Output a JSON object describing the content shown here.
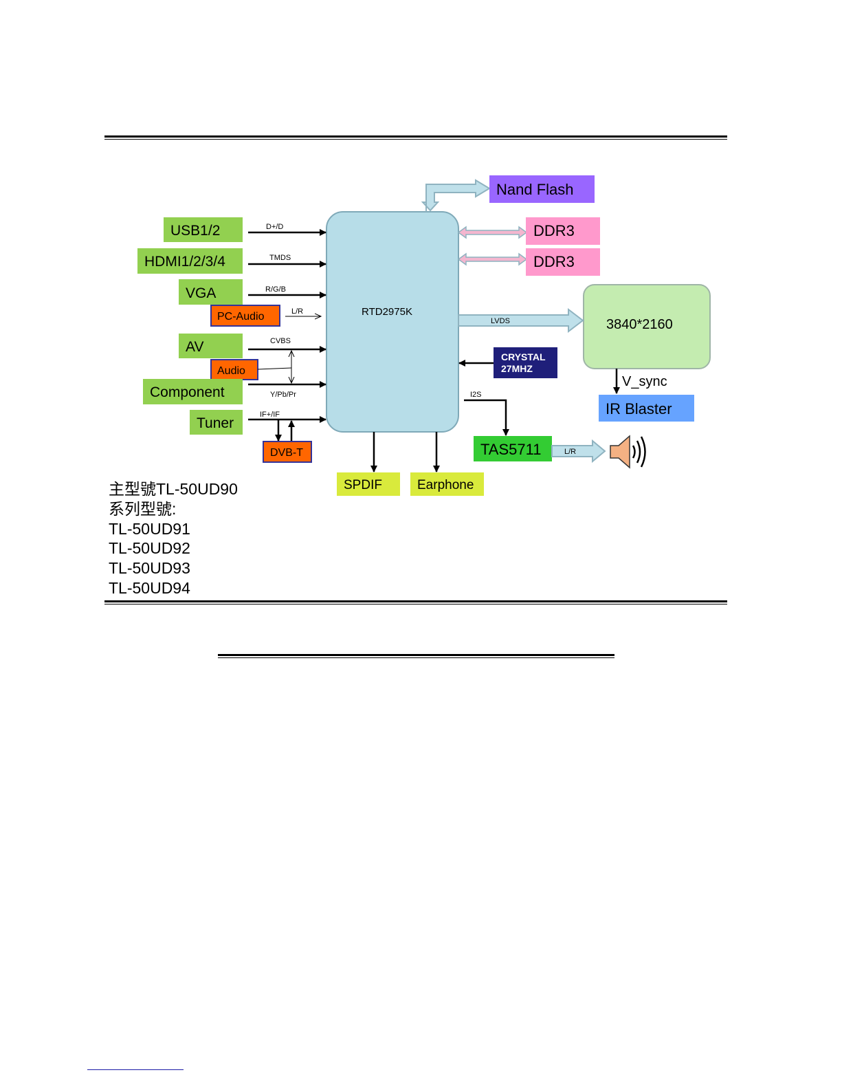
{
  "diagram": {
    "soc": "RTD2975K",
    "inputs": [
      "USB1/2",
      "HDMI1/2/3/4",
      "VGA",
      "AV",
      "Component",
      "Tuner"
    ],
    "audio_blocks": [
      "PC-Audio",
      "Audio",
      "DVB-T"
    ],
    "signal_labels": {
      "usb": "D+/D",
      "hdmi": "TMDS",
      "vga": "R/G/B",
      "pc_audio": "L/R",
      "av": "CVBS",
      "component": "Y/Pb/Pr",
      "tuner": "IF+/IF",
      "lvds": "LVDS",
      "i2s": "I2S",
      "speaker": "L/R",
      "vsync": "V_sync"
    },
    "memory": {
      "flash": "Nand Flash",
      "ddr": [
        "DDR3",
        "DDR3"
      ]
    },
    "panel": "3840*2160",
    "crystal": [
      "CRYSTAL",
      "27MHZ"
    ],
    "amplifier": "TAS5711",
    "ir_blaster": "IR Blaster",
    "outputs": [
      "SPDIF",
      "Earphone"
    ],
    "colors": {
      "input_box": "#92d050",
      "audio_box": "#ff6600",
      "soc": "#b7dde8",
      "flash": "#9966ff",
      "ddr": "#ff99cc",
      "panel": "#c4ecb0",
      "crystal": "#1f1f7a",
      "amp": "#33cc33",
      "ir": "#66a3ff",
      "output_box": "#d9ea3c",
      "speaker": "#f4b183"
    }
  },
  "models": {
    "main": "主型號TL-50UD90",
    "series_label": "系列型號:",
    "series": [
      "TL-50UD91",
      "TL-50UD92",
      "TL-50UD93",
      "TL-50UD94"
    ]
  }
}
